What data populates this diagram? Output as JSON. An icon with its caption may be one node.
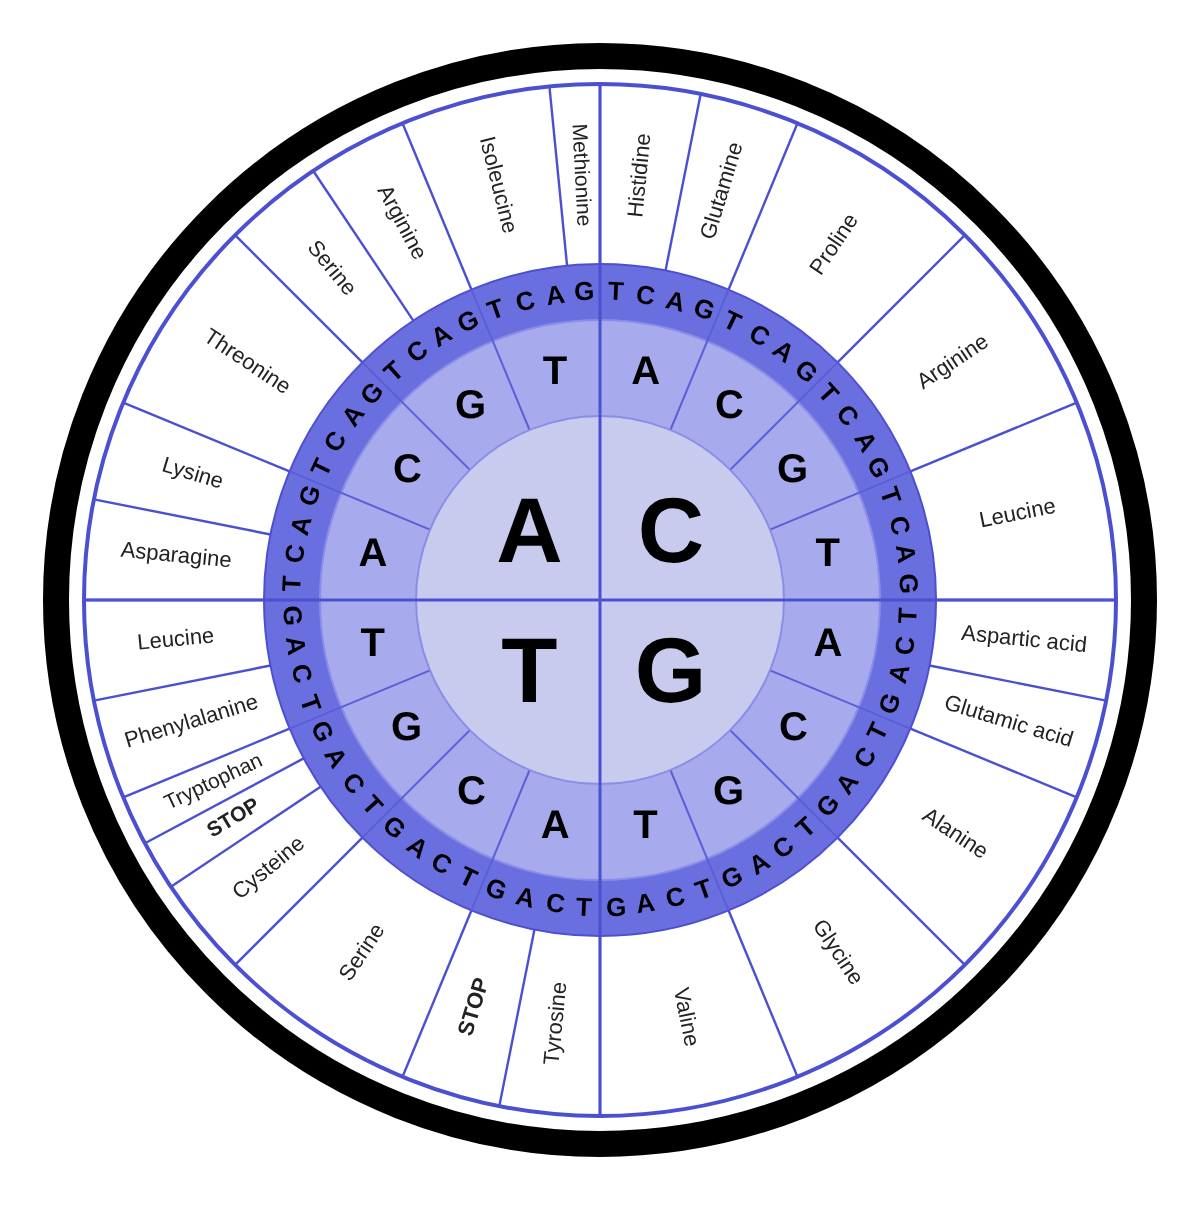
{
  "diagram": {
    "labels": [
      "A",
      "C",
      "T",
      "G",
      "A",
      "C",
      "G",
      "T",
      "A",
      "C",
      "G",
      "T",
      "A",
      "C",
      "G",
      "T",
      "A",
      "C",
      "G",
      "T",
      "T",
      "C",
      "A",
      "G",
      "T",
      "C",
      "A",
      "G",
      "T",
      "C",
      "A",
      "G",
      "T",
      "C",
      "A",
      "G",
      "T",
      "C",
      "A",
      "G",
      "T",
      "C",
      "A",
      "G",
      "T",
      "C",
      "A",
      "G",
      "T",
      "C",
      "A",
      "G",
      "T",
      "C",
      "A",
      "G",
      "T",
      "C",
      "A",
      "G",
      "T",
      "C",
      "A",
      "G",
      "T",
      "C",
      "A",
      "G",
      "T",
      "C",
      "A",
      "G",
      "T",
      "C",
      "A",
      "G",
      "T",
      "C",
      "A",
      "G",
      "T",
      "C",
      "A",
      "G",
      "Histidine",
      "Glutamine",
      "Proline",
      "Arginine",
      "Leucine",
      "Aspartic acid",
      "Glutamic acid",
      "Alanine",
      "Glycine",
      "Valine",
      "Tyrosine",
      "STOP",
      "Serine",
      "Cysteine",
      "STOP",
      "Tryptophan",
      "Phenylalanine",
      "Leucine",
      "Asparagine",
      "Lysine",
      "Threonine",
      "Serine",
      "Arginine",
      "Isoleucine",
      "Methionine"
    ]
  }
}
